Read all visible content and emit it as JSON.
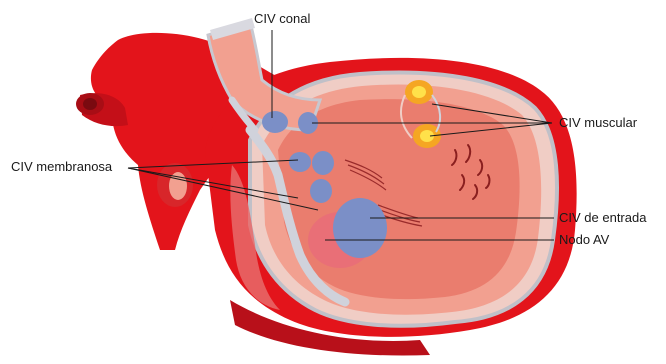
{
  "labels": {
    "conal": "CIV conal",
    "membranosa": "CIV membranosa",
    "muscular": "CIV muscular",
    "entrada": "CIV de entrada",
    "nodo_av": "Nodo AV"
  },
  "colors": {
    "artery_red": "#e3141b",
    "artery_dark": "#b8101a",
    "myocardium": "#f2a090",
    "chamber": "#ea7d6e",
    "septum_band": "#d0d2db",
    "defect_blue": "#7b8fc7",
    "node_orange": "#f5a623",
    "node_yellow": "#ffe14a"
  }
}
